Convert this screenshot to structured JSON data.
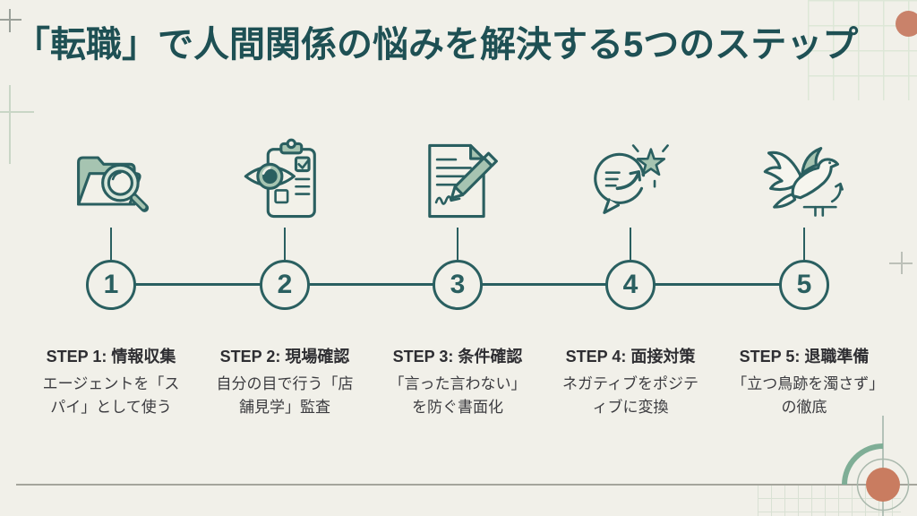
{
  "title": "「転職」で人間関係の悩みを解決する5つのステップ",
  "steps": [
    {
      "number": "1",
      "icon": "folder-search-icon",
      "label": "STEP 1: 情報収集",
      "description": "エージェントを「スパイ」として使う"
    },
    {
      "number": "2",
      "icon": "eye-clipboard-icon",
      "label": "STEP 2: 現場確認",
      "description": "自分の目で行う「店舗見学」監査"
    },
    {
      "number": "3",
      "icon": "contract-pen-icon",
      "label": "STEP 3: 条件確認",
      "description": "「言った言わない」を防ぐ書面化"
    },
    {
      "number": "4",
      "icon": "speech-to-star-icon",
      "label": "STEP 4: 面接対策",
      "description": "ネガティブをポジティブに変換"
    },
    {
      "number": "5",
      "icon": "flying-dove-icon",
      "label": "STEP 5: 退職準備",
      "description": "「立つ鳥跡を濁さず」の徹底"
    }
  ],
  "colors": {
    "background": "#f1f0e9",
    "title_teal": "#1e5054",
    "line_teal": "#2a5f60",
    "icon_sage": "#a6c4b1",
    "icon_light": "#d7e6da",
    "accent_salmon": "#c9826a",
    "grid_green": "#dde7d7",
    "divider_gray": "#a5a59c",
    "text_dark": "#2e2e32"
  }
}
